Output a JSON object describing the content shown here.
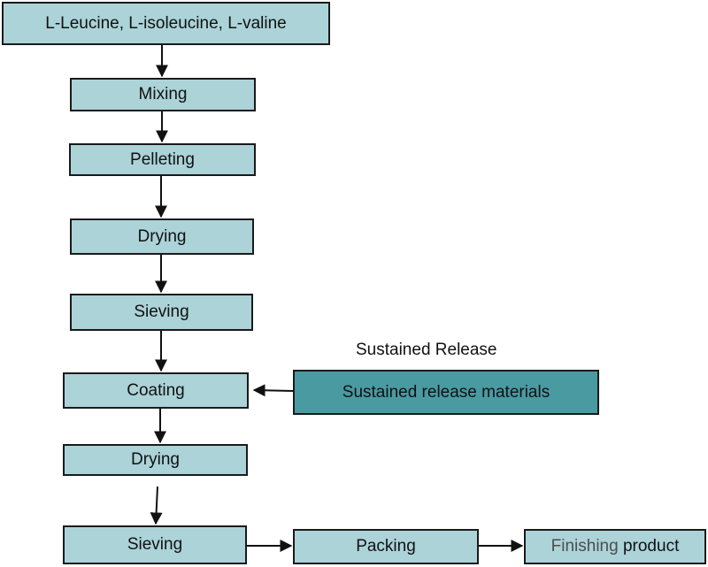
{
  "diagram": {
    "nodes": {
      "inputs": "L-Leucine, L-isoleucine, L-valine",
      "mixing": "Mixing",
      "pelleting": "Pelleting",
      "drying_1": "Drying",
      "sieving_1": "Sieving",
      "coating": "Coating",
      "drying_2": "Drying",
      "sieving_2": "Sieving",
      "packing": "Packing",
      "finishing_word": "Finishing",
      "product_word": "product",
      "sustained_materials": "Sustained release materials"
    },
    "annotation": "Sustained Release",
    "colors": {
      "node_fill": "#abd3d8",
      "highlight_fill": "#4a9aa2",
      "border": "#1a1a1a",
      "arrow": "#111111"
    }
  }
}
